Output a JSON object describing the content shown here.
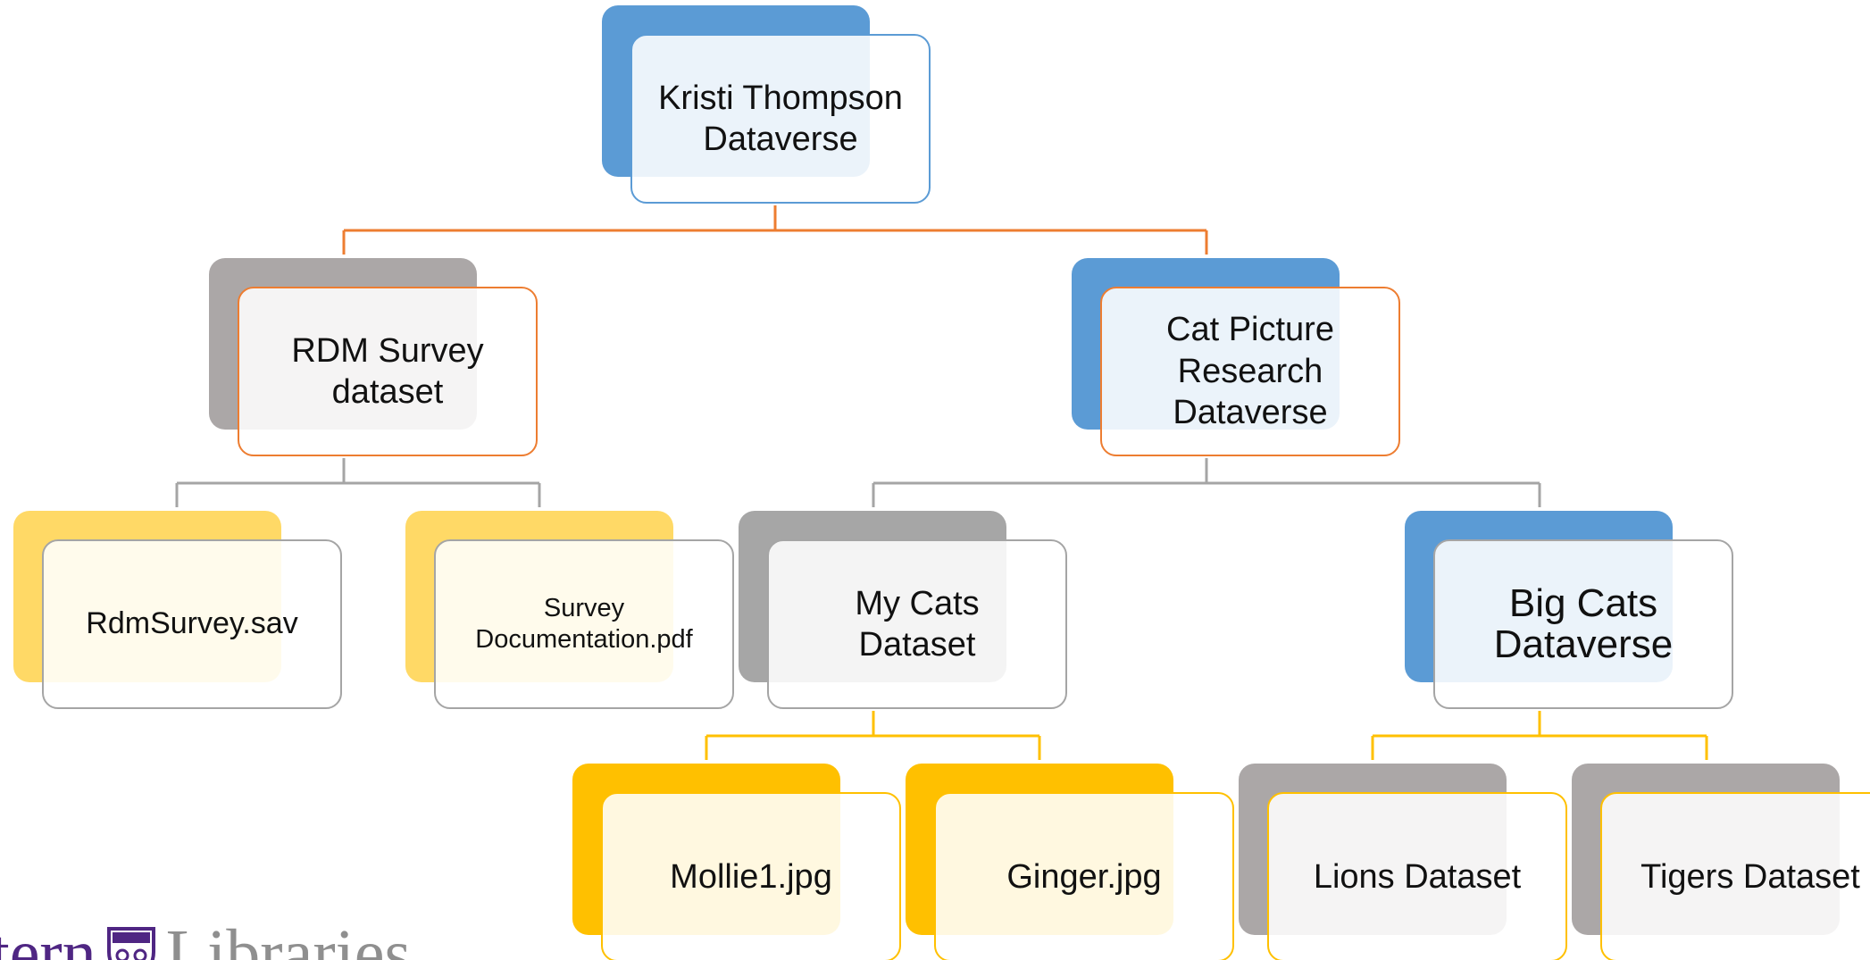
{
  "colors": {
    "accent_blue": "#5b9bd5",
    "accent_orange": "#ed7d31",
    "neutral_gray": "#a5a5a5",
    "accent_gold": "#ffc000",
    "light_yellow": "#ffd966",
    "brand_purple": "#4f2683"
  },
  "nodes": {
    "root": {
      "label": "Kristi Thompson\nDataverse"
    },
    "rdm": {
      "label": "RDM Survey\ndataset"
    },
    "cat": {
      "label": "Cat Picture\nResearch\nDataverse"
    },
    "sav": {
      "label": "RdmSurvey.sav"
    },
    "pdf": {
      "label": "Survey\nDocumentation.pdf"
    },
    "mycats": {
      "label": "My Cats\nDataset"
    },
    "bigcats": {
      "label": "Big Cats\nDataverse"
    },
    "mollie": {
      "label": "Mollie1.jpg"
    },
    "ginger": {
      "label": "Ginger.jpg"
    },
    "lions": {
      "label": "Lions Dataset"
    },
    "tigers": {
      "label": "Tigers Dataset"
    }
  },
  "footer": {
    "logo_text_1": "stern",
    "logo_text_2": "Libraries",
    "logo_icon": "university-shield-icon"
  }
}
